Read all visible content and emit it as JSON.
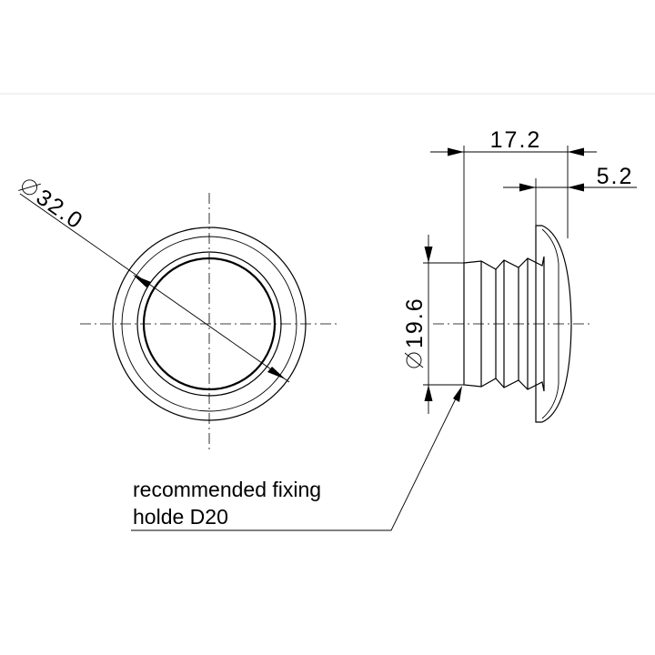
{
  "dimensions": {
    "outer_diameter": {
      "symbol": "⌀",
      "value": "32.0"
    },
    "hole_diameter": {
      "symbol": "⌀",
      "value": "19.6"
    },
    "total_length": "17.2",
    "head_thickness": "5.2"
  },
  "note": {
    "line1": "recommended fixing",
    "line2": "holde D20"
  }
}
